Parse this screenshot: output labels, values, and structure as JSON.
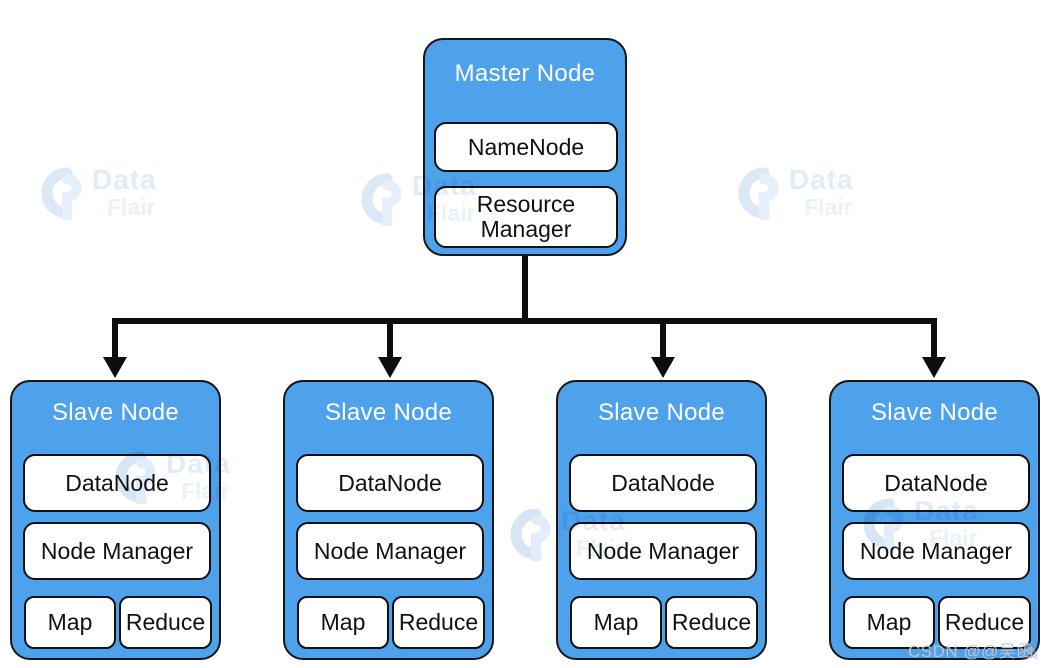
{
  "diagram": {
    "master": {
      "title": "Master Node",
      "components": [
        "NameNode",
        "Resource Manager"
      ]
    },
    "slaves": [
      {
        "title": "Slave Node",
        "components": [
          "DataNode",
          "Node Manager"
        ],
        "tasks": [
          "Map",
          "Reduce"
        ]
      },
      {
        "title": "Slave Node",
        "components": [
          "DataNode",
          "Node Manager"
        ],
        "tasks": [
          "Map",
          "Reduce"
        ]
      },
      {
        "title": "Slave Node",
        "components": [
          "DataNode",
          "Node Manager"
        ],
        "tasks": [
          "Map",
          "Reduce"
        ]
      },
      {
        "title": "Slave Node",
        "components": [
          "DataNode",
          "Node Manager"
        ],
        "tasks": [
          "Map",
          "Reduce"
        ]
      }
    ]
  },
  "watermarks": {
    "brand_line1": "Data",
    "brand_line2": "Flair",
    "csdn": "CSDN @@吴函"
  },
  "colors": {
    "node_fill": "#4EA1EB",
    "node_border": "#161616",
    "inner_fill": "#FFFFFF",
    "inner_text": "#111111",
    "title_text": "#FFFFFF",
    "connector": "#0D0D0D",
    "watermark_blue": "#E2ECF8"
  }
}
